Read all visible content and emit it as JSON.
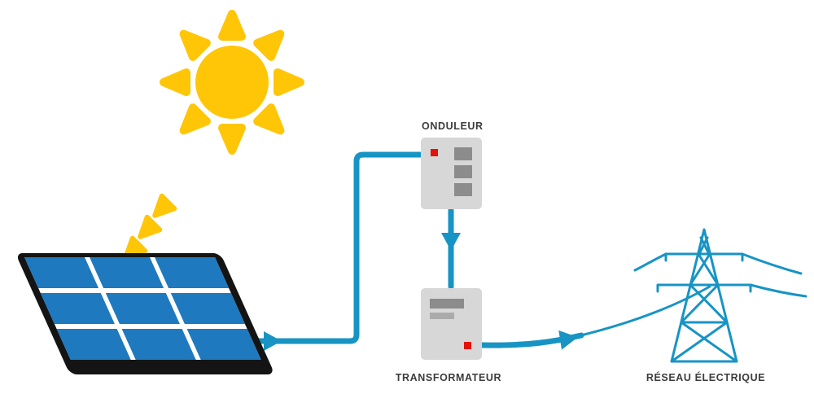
{
  "diagram": {
    "labels": {
      "inverter": "ONDULEUR",
      "transformer": "TRANSFORMATEUR",
      "grid": "RÉSEAU ÉLECTRIQUE"
    },
    "colors": {
      "sun": "#FFC608",
      "panel_cell": "#1F79BE",
      "panel_frame": "#141414",
      "flow": "#1794C4",
      "device_body": "#D7D7D7",
      "device_slot": "#8C8C8C",
      "device_slot_light": "#ABABAB",
      "indicator": "#E3120B",
      "label_text": "#3C3C3C"
    }
  }
}
